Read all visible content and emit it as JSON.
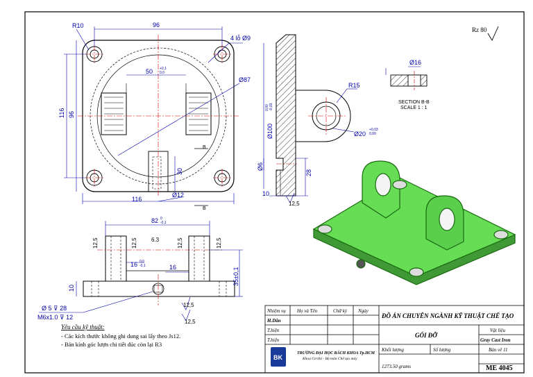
{
  "roughness": "Rz 80",
  "section": {
    "title": "SECTION B-B",
    "scale": "SCALE 1 : 1",
    "dia": "Ø16"
  },
  "top_view": {
    "r10": "R10",
    "w96": "96",
    "holes": "4 lỗ Ø9",
    "d87": "Ø87",
    "w50": "50",
    "w50_tol_u": "+0,1",
    "w50_tol_l": "0,0",
    "h116": "116",
    "h96": "96",
    "h30": "30",
    "d12": "Ø12",
    "w116": "116",
    "cut_b": "B"
  },
  "side_view": {
    "r15": "R15",
    "d100": "Ø100",
    "d100_tol_u": "0,00",
    "d100_tol_l": "-0,03",
    "d20": "Ø20",
    "d20_tol_u": "+0,03",
    "d20_tol_l": "0,00",
    "d6": "Ø6",
    "h28": "28",
    "w10": "10",
    "ra": "12,5"
  },
  "front_view": {
    "w82": "82",
    "w82_tol_u": "0",
    "w82_tol_l": "-0,1",
    "ra1": "12,5",
    "ra2": "12,5",
    "ra3": "12,5",
    "ra4": "12,5",
    "d63": "6.3",
    "w16a": "16",
    "w16a_tol_u": "0,0",
    "w16a_tol_l": "-0,1",
    "w16b": "16",
    "h35": "35±0,1",
    "h10": "10",
    "hole1": "Ø 5 ⊽ 28",
    "hole2": "M6x1.0 ⊽ 12",
    "ra5": "12,5",
    "ra6": "12,5"
  },
  "requirements": {
    "title": "Yêu cầu kỹ thuật:",
    "line1": "- Các kích thước không ghi dung sai lấy theo Js12.",
    "line2": "- Bán kính góc lượn chi tiết đúc còn lại R3"
  },
  "title_block": {
    "h_role": "Nhiệm vụ",
    "h_name": "Họ và Tên",
    "h_sign": "Chữ ký",
    "h_date": "Ngày",
    "r1": "H.Dẫn",
    "r2": "T.hiện",
    "r3": "T.hiện",
    "project": "ĐỒ ÁN CHUYÊN NGÀNH KỸ THUẬT CHẾ TẠO",
    "part": "GỐI ĐỠ",
    "material_label": "Vật liệu",
    "material": "Gray Cast Iron",
    "mass_label": "Khối lượng",
    "mass": "1273.50 grams",
    "qty_label": "Số lượng",
    "sheet_label": "Bản vẽ 11",
    "code": "ME 4045",
    "school": "TRƯỜNG ĐẠI HỌC BÁCH KHOA Tp.HCM",
    "faculty": "Khoa Cơ khí - Bộ môn Chế tạo máy",
    "logo_text": "BK"
  },
  "colors": {
    "dimension": "#0000aa",
    "center": "#cc0000",
    "model": "#66dd55",
    "model_edge": "#1a6a10"
  }
}
